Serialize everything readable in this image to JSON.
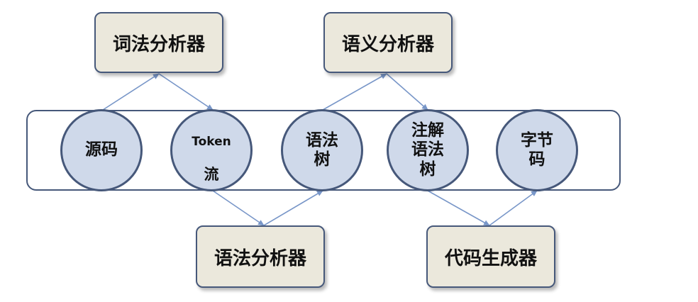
{
  "boxes": {
    "lexer": "词法分析器",
    "semantic": "语义分析器",
    "parser": "语法分析器",
    "codegen": "代码生成器"
  },
  "nodes": {
    "source": "源码",
    "token_line1": "Token",
    "token_line2": "流",
    "ast": "语法\n树",
    "annotated": "注解\n语法\n树",
    "bytecode": "字节\n码"
  },
  "colors": {
    "box_fill": "#ebe8dc",
    "node_fill": "#cfd9ea",
    "border": "#46587a",
    "arrow": "#7896c8"
  }
}
